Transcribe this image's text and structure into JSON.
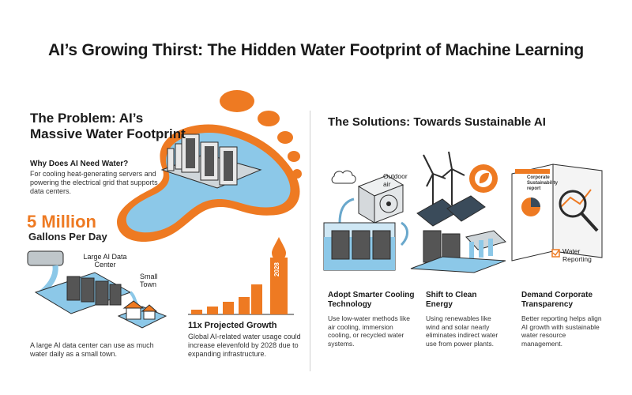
{
  "title": "AI’s Growing Thirst: The Hidden Water Footprint of Machine Learning",
  "problem": {
    "heading": "The Problem: AI’s Massive Water Footprint",
    "why_heading": "Why Does AI Need Water?",
    "why_body": "For cooling heat-generating servers and powering the electrical grid that supports data centers.",
    "stat_value": "5 Million",
    "stat_unit": "Gallons Per Day",
    "label_large": "Large AI Data Center",
    "label_small": "Small Town",
    "caption": "A large AI data center can use as much water daily as a small town.",
    "growth_heading": "11x Projected Growth",
    "growth_body": "Global AI-related water usage could increase elevenfold by 2028 due to expanding infrastructure.",
    "bar_year": "2028"
  },
  "solutions": {
    "heading": "The Solutions: Towards Sustainable AI",
    "label_outdoor": "Outdoor air",
    "label_report": "Corporate Sustainability report",
    "label_water": "Water Reporting",
    "items": [
      {
        "heading": "Adopt Smarter Cooling Technology",
        "body": "Use low-water methods like air cooling, immersion cooling, or recycled water systems."
      },
      {
        "heading": "Shift to Clean Energy",
        "body": "Using renewables like wind and solar nearly eliminates indirect water use from power plants."
      },
      {
        "heading": "Demand Corporate Transparency",
        "body": "Better reporting helps align AI growth with sustainable water resource management."
      }
    ]
  },
  "colors": {
    "orange": "#ee7a22",
    "water": "#8cc8e8",
    "dark": "#2b2b2b"
  },
  "icons": [
    "footprint-icon",
    "data-center-icon",
    "pipe-icon",
    "house-icon",
    "bar-chart-icon",
    "water-drop-icon",
    "cloud-icon",
    "ac-unit-icon",
    "wind-turbine-icon",
    "gear-leaf-icon",
    "solar-panel-icon",
    "dam-icon",
    "report-icon",
    "magnifier-icon",
    "checkbox-icon"
  ]
}
